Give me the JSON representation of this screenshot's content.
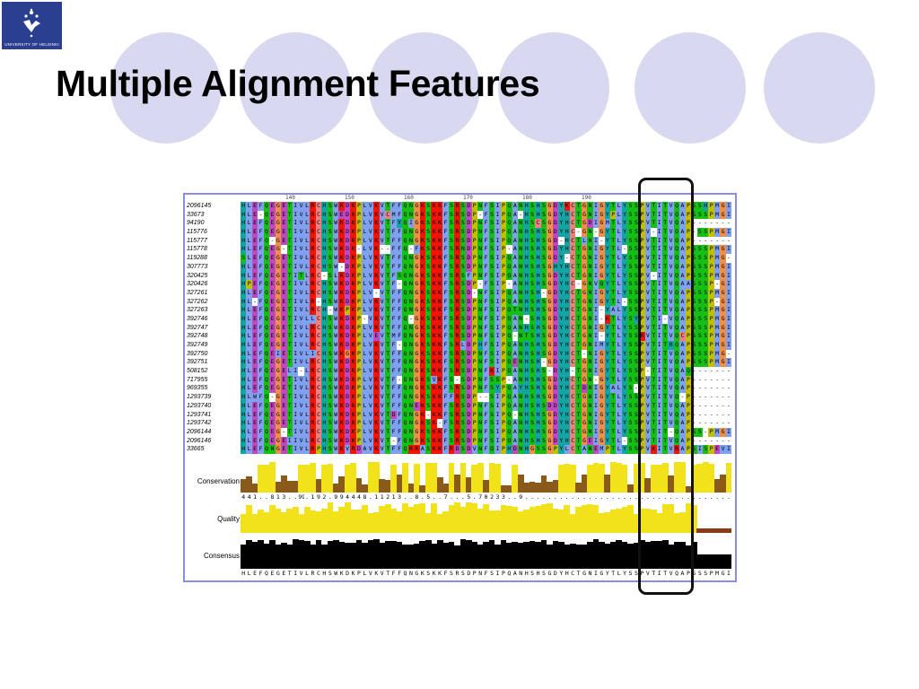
{
  "slide": {
    "title": "Multiple Alignment Features",
    "logo_text": "UNIVERSITY OF HELSINKI",
    "decor_color": "#d8d8f0",
    "frame_color": "#8c8ce6"
  },
  "alignment": {
    "ruler_labels": [
      "140",
      "150",
      "160",
      "170",
      "180",
      "190"
    ],
    "sequence_names": [
      "2096145",
      "33673",
      "94190",
      "115776",
      "115777",
      "115778",
      "119288",
      "307773",
      "320425",
      "320426",
      "327261",
      "327262",
      "327263",
      "392746",
      "392747",
      "392748",
      "392749",
      "392750",
      "392751",
      "508152",
      "717955",
      "969355",
      "1293739",
      "1293740",
      "1293741",
      "1293742",
      "2096144",
      "2096146",
      "33665"
    ],
    "consensus_sequence": "HLEFQEGETIVLRCHSWKDKPLVKVTFFQNGKSKKFSRSDPNFSIPQANHSHSGDYHCTGNIGYTLYSSPVTITVQAPSSSPMGI",
    "conservation_labels": "4 4 1 . . 8 1 3 . . 997 . 1 9 2 . 9 9 4 4 4 8 . 1 1 2 1 3 . . 8 . 5 . . 7 . . . 5 . 7 0 2 3 3 . . 9 . . . . . ."
  },
  "tracks": {
    "conservation_label": "Conservation",
    "quality_label": "Quality",
    "consensus_label": "Consensus"
  }
}
